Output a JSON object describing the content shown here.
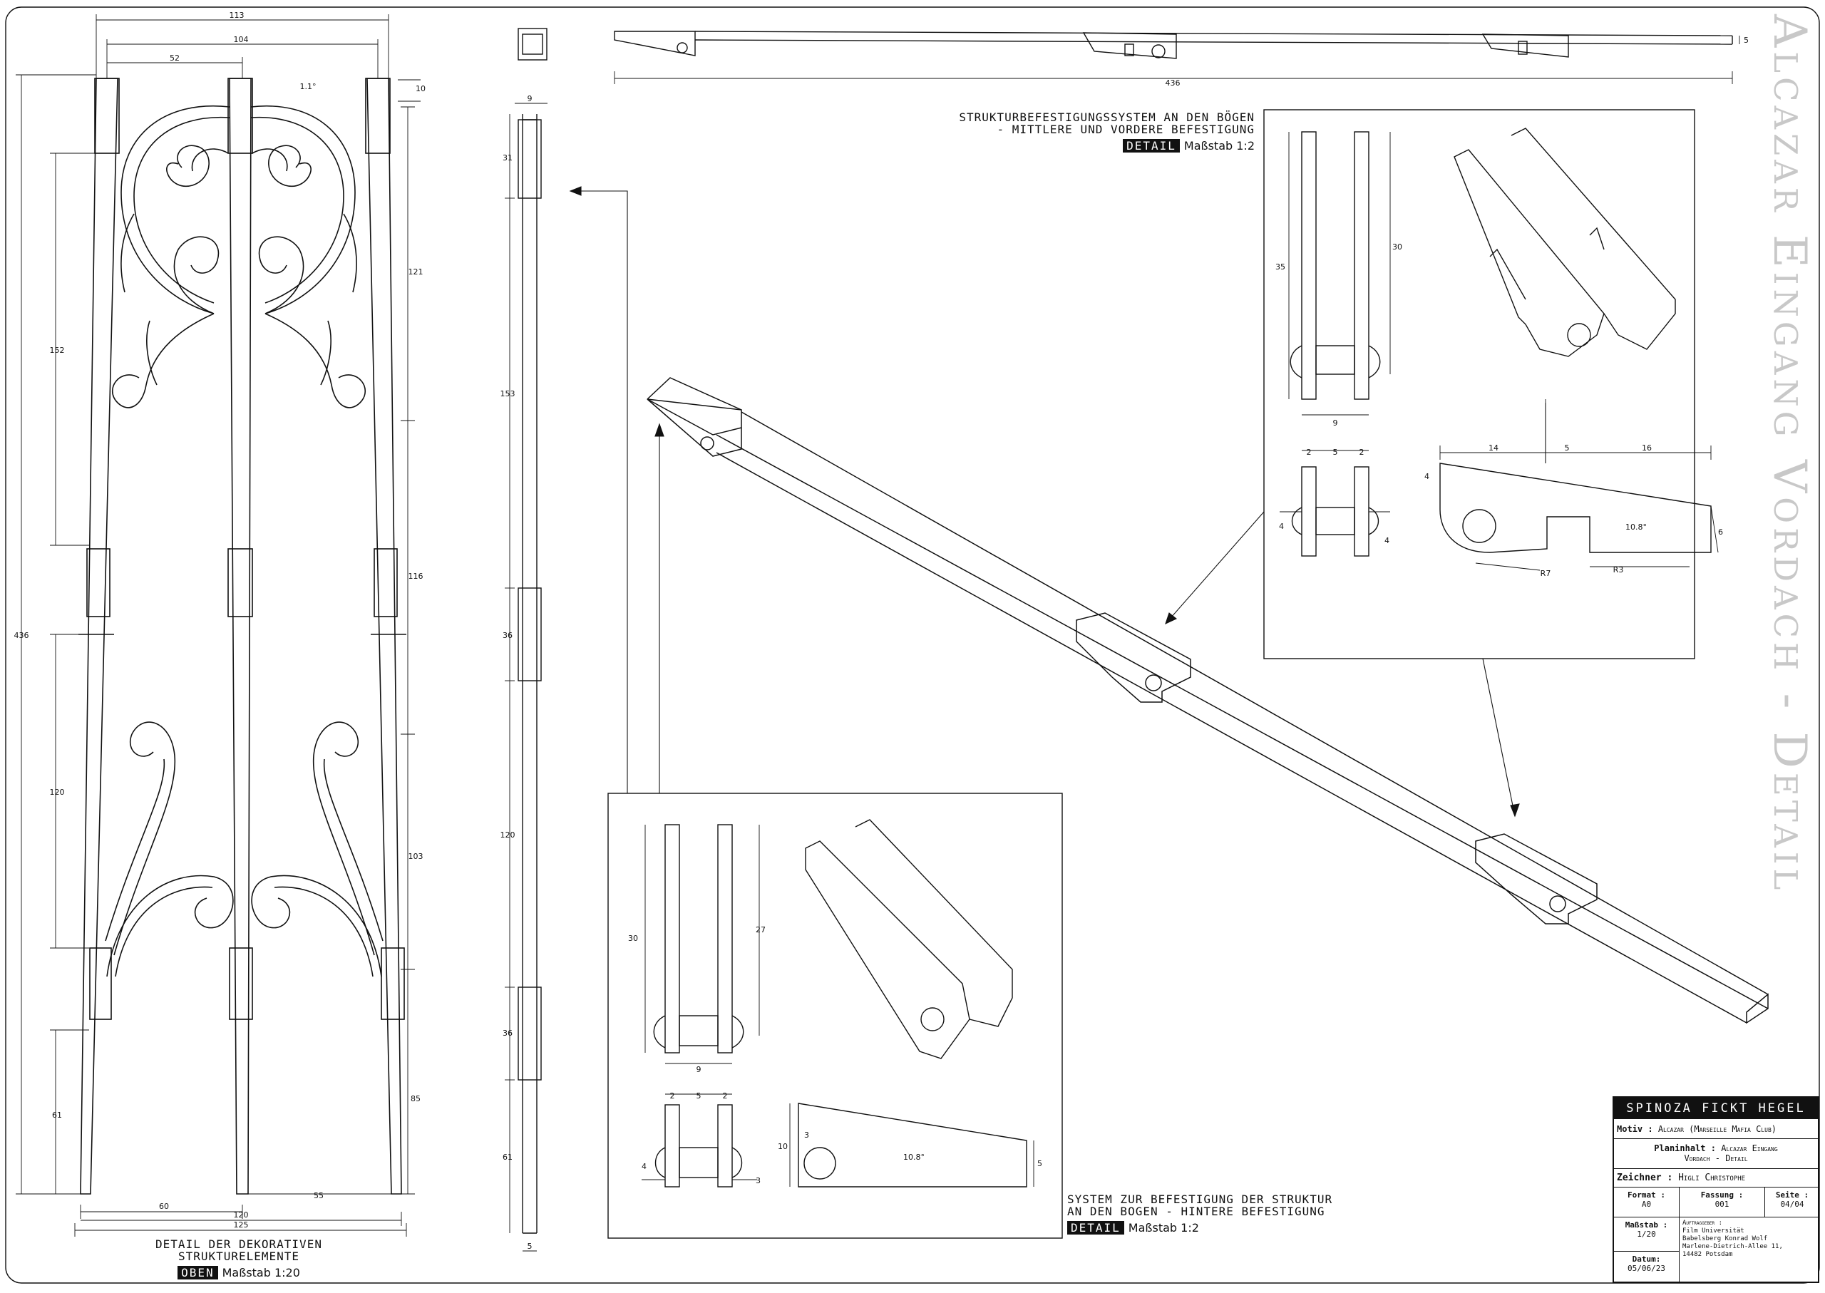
{
  "sheet_title": "Alcazar Eingang Vordach - Detail",
  "captions": {
    "decor": {
      "line1": "DETAIL DER DEKORATIVEN",
      "line2": "STRUKTURELEMENTE",
      "tag": "OBEN",
      "scale": "Maßstab 1:20"
    },
    "mid": {
      "line1": "STRUKTURBEFESTIGUNGSSYSTEM AN DEN BÖGEN",
      "line2": "- MITTLERE UND VORDERE BEFESTIGUNG",
      "tag": "DETAIL",
      "scale": "Maßstab 1:2"
    },
    "rear": {
      "line1": "SYSTEM ZUR BEFESTIGUNG DER STRUKTUR",
      "line2": "AN DEN BOGEN - HINTERE BEFESTIGUNG",
      "tag": "DETAIL",
      "scale": "Maßstab 1:2"
    }
  },
  "dims": {
    "top_a": "113",
    "top_b": "104",
    "top_c": "52",
    "angle": "1.1°",
    "d10": "10",
    "h436": "436",
    "h152": "152",
    "h120": "120",
    "h61": "61",
    "r121": "121",
    "r116": "116",
    "r103": "103",
    "r85": "85",
    "b60": "60",
    "b55": "55",
    "b120": "120",
    "b125": "125",
    "s9": "9",
    "s31": "31",
    "s153": "153",
    "s36a": "36",
    "s120": "120",
    "s36b": "36",
    "s61": "61",
    "s5": "5",
    "t436": "436",
    "t5": "5",
    "m35": "35",
    "m30": "30",
    "m9": "9",
    "m2a": "2",
    "m5": "5",
    "m2b": "2",
    "m4a": "4",
    "m4b": "4",
    "m14": "14",
    "m5b": "5",
    "m16": "16",
    "m4c": "4",
    "m6": "6",
    "m108": "10.8°",
    "mR7": "R7",
    "mR3": "R3",
    "h30": "30",
    "h27": "27",
    "h9": "9",
    "h2a": "2",
    "h5": "5",
    "h2b": "2",
    "h4": "4",
    "h3": "3",
    "h3b": "3",
    "h10": "10",
    "h108": "10.8°",
    "h5b": "5"
  },
  "titleblock": {
    "project": "SPINOZA FICKT HEGEL",
    "motiv_label": "Motiv :",
    "motiv_value": "Alcazar (Marseille Mafia Club)",
    "plan_label": "Planinhalt :",
    "plan_value1": "Alcazar Eingang",
    "plan_value2": "Vordach - Detail",
    "drawer_label": "Zeichner :",
    "drawer_value": "Higli Christophe",
    "format_label": "Format :",
    "format_value": "A0",
    "fassung_label": "Fassung :",
    "fassung_value": "001",
    "seite_label": "Seite :",
    "seite_value": "04/04",
    "massstab_label": "Maßstab :",
    "massstab_value": "1/20",
    "client_label": "Auftraggeber :",
    "client_1": "Film Universität",
    "client_2": "Babelsberg Konrad Wolf",
    "client_3": "Marlene-Dietrich-Allee 11,",
    "client_4": "14482 Potsdam",
    "datum_label": "Datum:",
    "datum_value": "05/06/23"
  }
}
